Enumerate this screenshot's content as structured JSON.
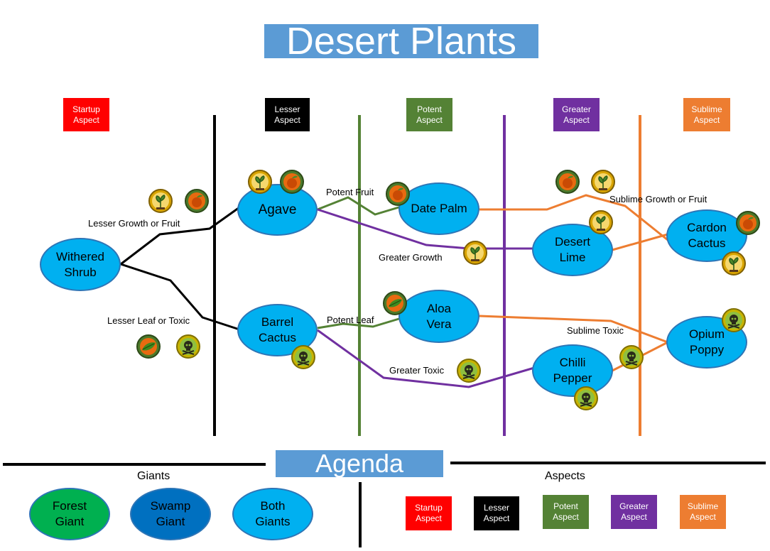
{
  "title": "Desert Plants",
  "aspect_headers": [
    {
      "label": "Startup\nAspect",
      "color": "#ff0000"
    },
    {
      "label": "Lesser\nAspect",
      "color": "#000000"
    },
    {
      "label": "Potent\nAspect",
      "color": "#548235"
    },
    {
      "label": "Greater\nAspect",
      "color": "#7030a0"
    },
    {
      "label": "Sublime\nAspect",
      "color": "#ed7d31"
    }
  ],
  "nodes": {
    "withered_shrub": "Withered\nShrub",
    "agave": "Agave",
    "barrel_cactus": "Barrel\nCactus",
    "date_palm": "Date Palm",
    "aloa_vera": "Aloa\nVera",
    "desert_lime": "Desert\nLime",
    "chilli_pepper": "Chilli\nPepper",
    "cardon_cactus": "Cardon\nCactus",
    "opium_poppy": "Opium\nPoppy"
  },
  "edge_labels": {
    "lesser_growth_fruit": "Lesser Growth or Fruit",
    "lesser_leaf_toxic": "Lesser Leaf or Toxic",
    "potent_fruit": "Potent Fruit",
    "potent_leaf": "Potent Leaf",
    "greater_growth": "Greater Growth",
    "greater_toxic": "Greater Toxic",
    "sublime_growth_fruit": "Sublime Growth or Fruit",
    "sublime_toxic": "Sublime Toxic"
  },
  "agenda": {
    "title": "Agenda",
    "giants_heading": "Giants",
    "aspects_heading": "Aspects",
    "giants": [
      {
        "label": "Forest\nGiant",
        "color": "#00b050"
      },
      {
        "label": "Swamp\nGiant",
        "color": "#0070c0"
      },
      {
        "label": "Both\nGiants",
        "color": "#00b0f0"
      }
    ],
    "aspects": [
      {
        "label": "Startup\nAspect",
        "color": "#ff0000"
      },
      {
        "label": "Lesser\nAspect",
        "color": "#000000"
      },
      {
        "label": "Potent\nAspect",
        "color": "#548235"
      },
      {
        "label": "Greater\nAspect",
        "color": "#7030a0"
      },
      {
        "label": "Sublime\nAspect",
        "color": "#ed7d31"
      }
    ]
  },
  "icon_types": [
    "growth-icon",
    "fruit-icon",
    "leaf-icon",
    "toxic-icon"
  ]
}
